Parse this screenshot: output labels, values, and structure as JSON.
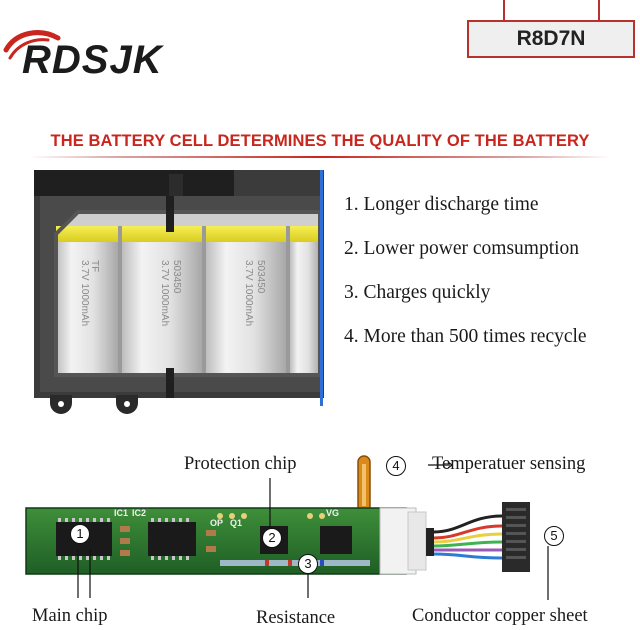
{
  "brand": {
    "logo_text": "RDSJK",
    "accent": "#c8261e"
  },
  "model": {
    "code": "R8D7N"
  },
  "heading": {
    "text": "THE BATTERY CELL DETERMINES THE QUALITY OF THE BATTERY"
  },
  "features": [
    "1. Longer discharge time",
    "2. Lower power comsumption",
    "3. Charges quickly",
    "4. More than 500 times recycle"
  ],
  "cell_print": {
    "brand": "TF",
    "model": "503450",
    "spec": "3.7V 1000mAh"
  },
  "pcb": {
    "silkscreen": {
      "ic1": "IC1",
      "ic2": "IC2",
      "op": "OP",
      "q1": "Q1",
      "vg": "VG"
    },
    "labels": {
      "protection_chip": "Protection chip",
      "temperature": "Temperatuer sensing",
      "main_chip": "Main chip",
      "resistance": "Resistance",
      "copper": "Conductor copper sheet"
    },
    "markers": {
      "m1": "1",
      "m2": "2",
      "m3": "3",
      "m4": "4",
      "m5": "5"
    }
  }
}
